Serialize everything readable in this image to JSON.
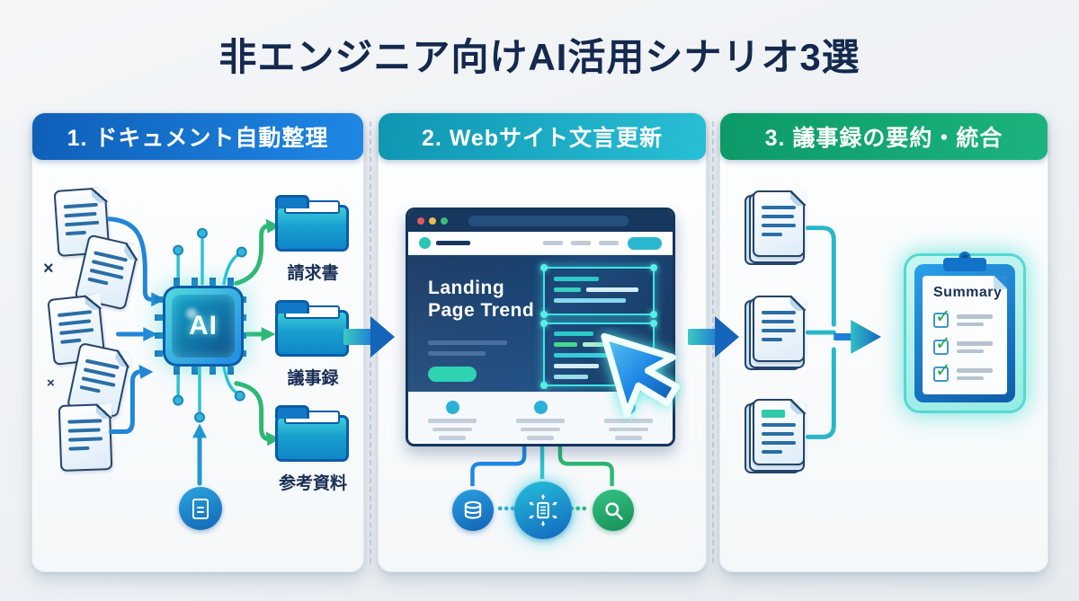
{
  "title": "非エンジニア向けAI活用シナリオ3選",
  "icons": {
    "x_mark": "×",
    "check": "✓"
  },
  "panel1": {
    "header": "1. ドキュメント自動整理",
    "ai_label": "AI",
    "folders": [
      "請求書",
      "議事録",
      "参考資料"
    ]
  },
  "panel2": {
    "header": "2. Webサイト文言更新",
    "hero_line1": "Landing",
    "hero_line2": "Page Trend"
  },
  "panel3": {
    "header": "3. 議事録の要約・統合",
    "clipboard_title": "Summary"
  },
  "colors": {
    "title_navy": "#14294e",
    "panel1_header_blue": "#1e88e5",
    "panel2_header_teal": "#28bfd5",
    "panel3_header_green": "#0c9a68",
    "accent_teal": "#2ec4c4",
    "accent_green": "#2eb873",
    "folder_blue": "#0f86c8"
  }
}
